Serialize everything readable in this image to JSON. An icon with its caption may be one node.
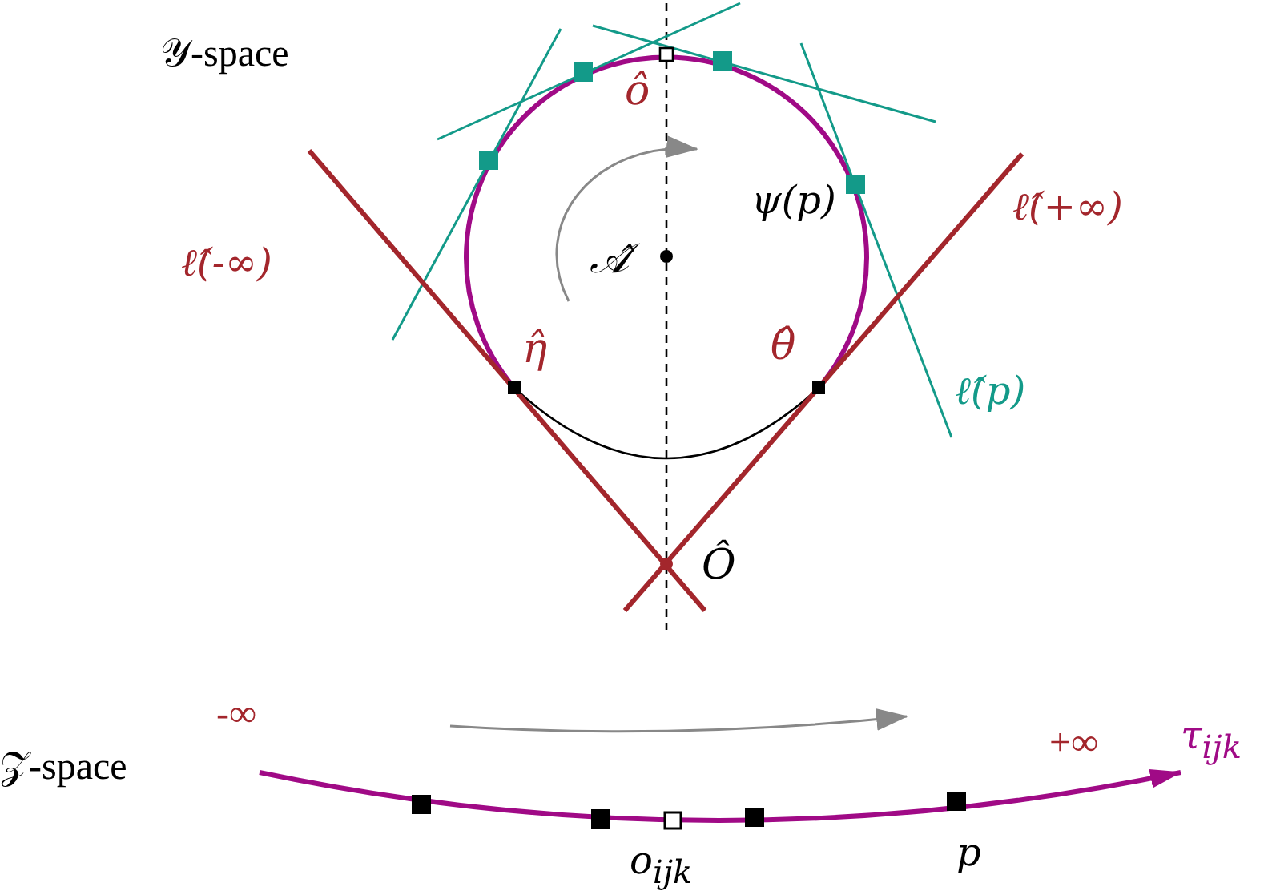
{
  "diagram": {
    "labels": [
      "𝒴-space",
      "ô",
      "ψ(p)",
      "ℓ̂(+∞)",
      "ℓ̂(-∞)",
      "𝒜̂",
      "η̂",
      "θ̂",
      "ℓ̂(p)",
      "Ô",
      "-∞",
      "τ$_{ijk}$",
      "+∞",
      "𝒵-space",
      "o$_{ijk}$",
      "p"
    ]
  }
}
